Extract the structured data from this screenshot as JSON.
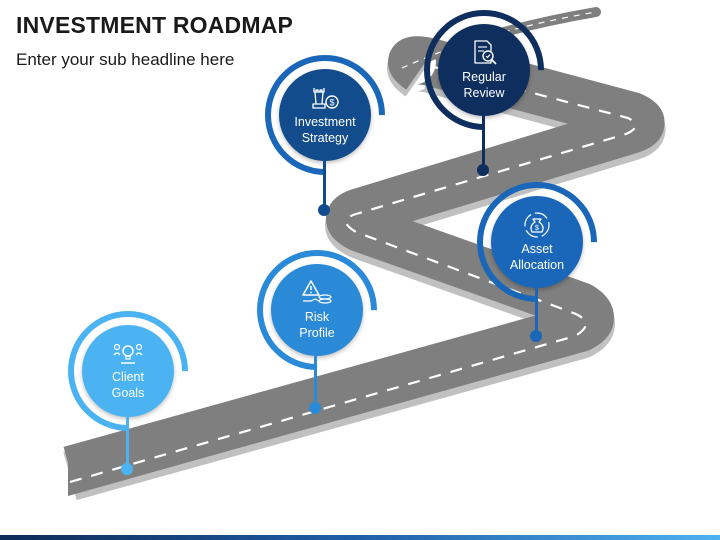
{
  "header": {
    "title": "INVESTMENT ROADMAP",
    "subtitle": "Enter your sub headline here"
  },
  "colors": {
    "road": "#7f7f7f",
    "road_dash": "#ffffff",
    "stage1": "#4cb3f2",
    "stage2": "#2a8ad8",
    "stage3": "#1a66b8",
    "stage4": "#134c8c",
    "stage5": "#0e2f5e"
  },
  "milestones": [
    {
      "label": "Client\nGoals",
      "icon": "lightbulb-people-icon"
    },
    {
      "label": "Risk\nProfile",
      "icon": "warning-coins-icon"
    },
    {
      "label": "Investment\nStrategy",
      "icon": "chess-rook-coin-icon"
    },
    {
      "label": "Asset\nAllocation",
      "icon": "money-bag-cycle-icon"
    },
    {
      "label": "Regular\nReview",
      "icon": "document-magnifier-icon"
    }
  ]
}
